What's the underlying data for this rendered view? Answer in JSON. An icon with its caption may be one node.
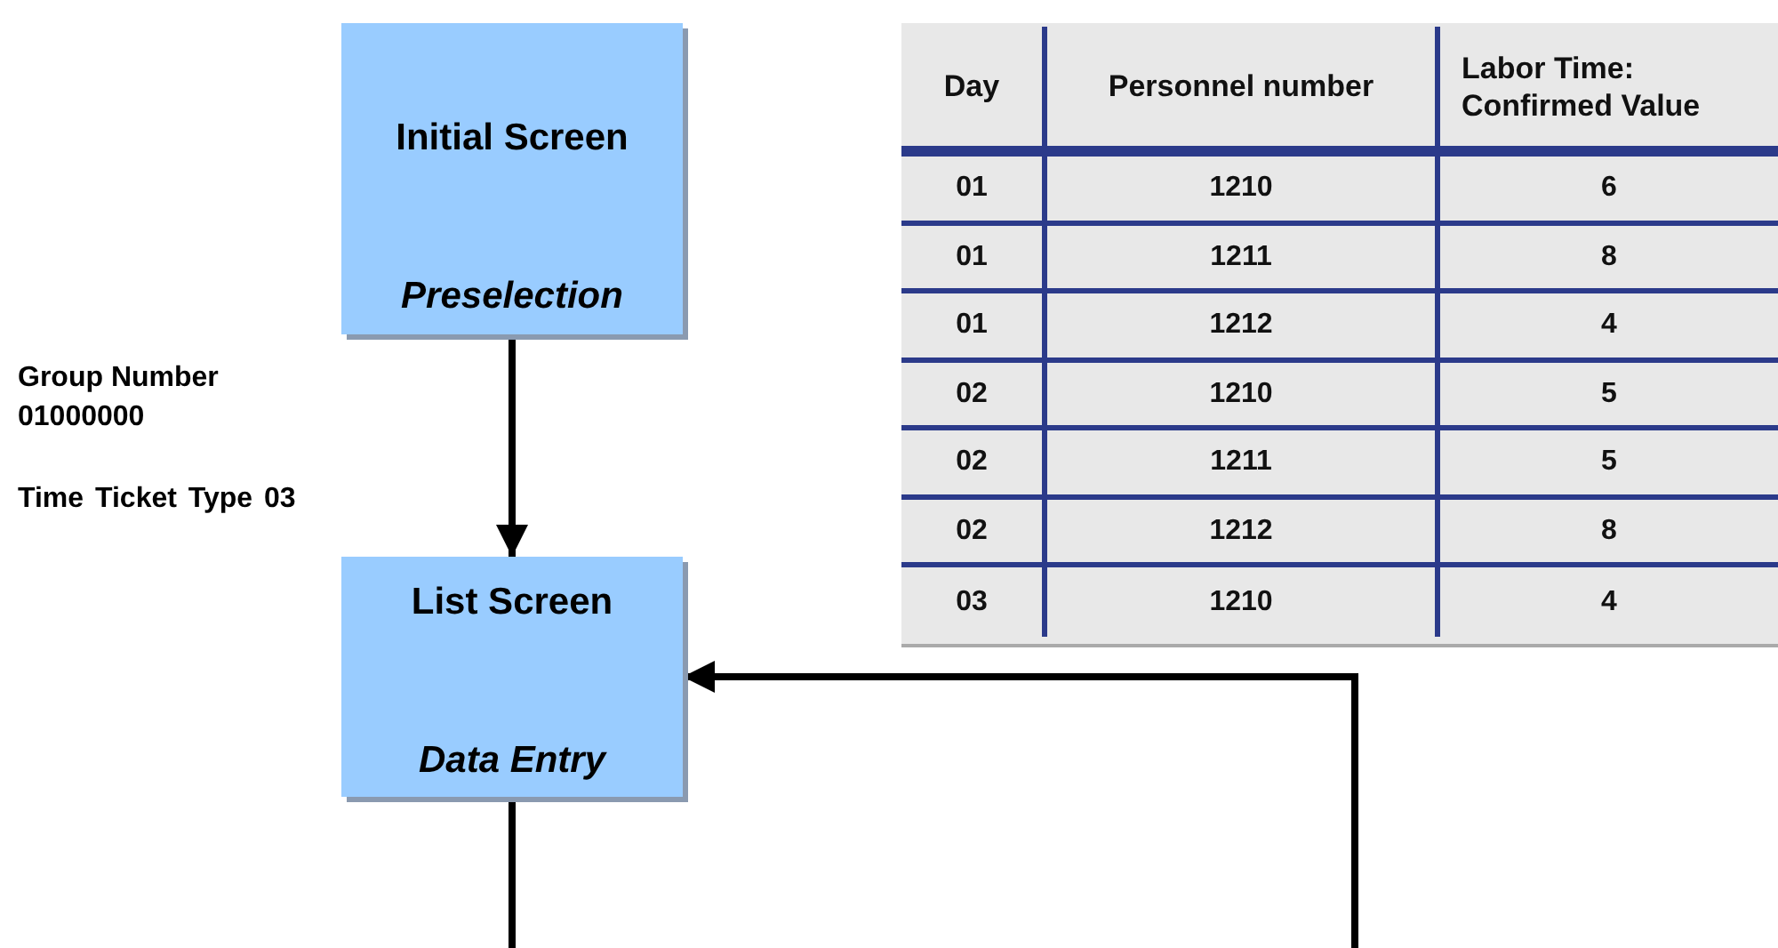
{
  "diagram": {
    "nodes": [
      {
        "text": [
          "Initial Screen",
          "Preselection"
        ]
      },
      {
        "text": [
          "List Screen",
          "Data Entry"
        ]
      }
    ],
    "edges": [
      {
        "from": 0,
        "to": 1,
        "arrow": "to"
      },
      {
        "from": 1,
        "to": null,
        "arrow": "none"
      },
      {
        "from": null,
        "to": 1,
        "arrow": "to"
      }
    ],
    "labels": [
      "Group Number 01000000",
      "Time Ticket Type 03",
      "Day",
      "Personnel number",
      "Labor Time: Confirmed Value",
      "01",
      "1210",
      "6",
      "01",
      "1211",
      "8",
      "01",
      "1212",
      "4",
      "02",
      "1210",
      "5",
      "02",
      "1211",
      "5",
      "02",
      "1212",
      "8",
      "03",
      "1210",
      "4"
    ]
  }
}
